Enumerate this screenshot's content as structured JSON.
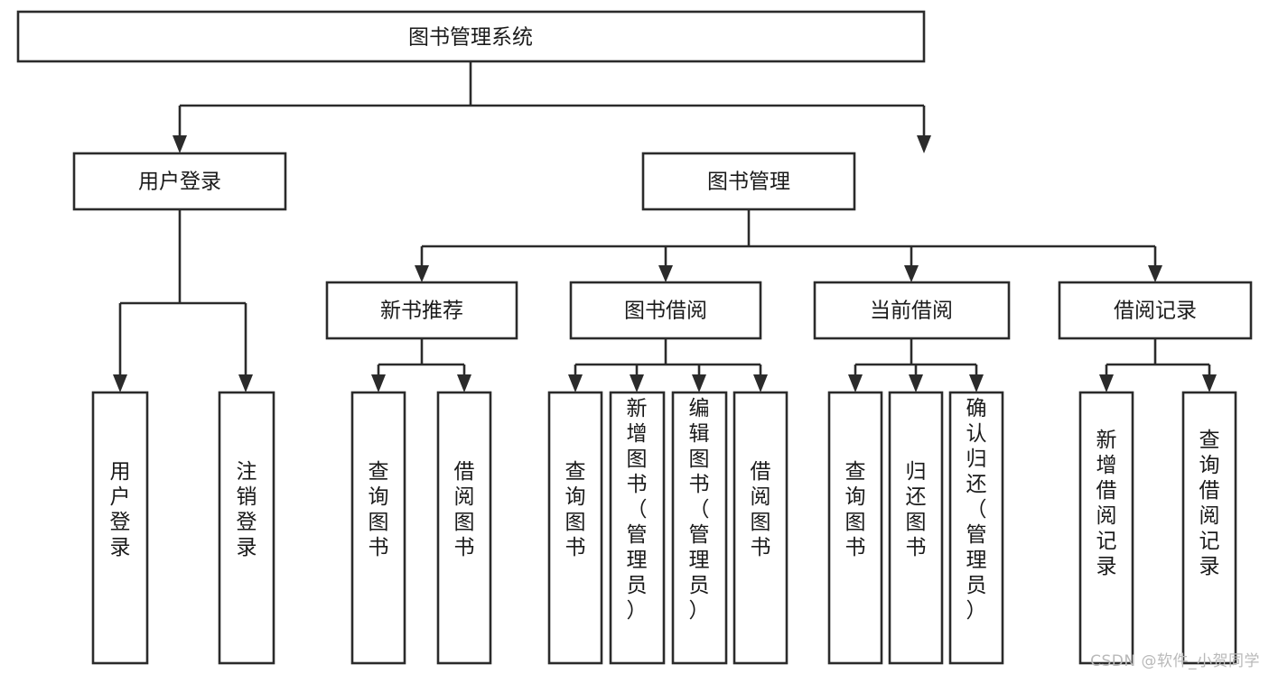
{
  "diagram": {
    "title": "图书管理系统",
    "type": "tree",
    "watermark": "CSDN @软件_小贺同学",
    "levels": {
      "root": {
        "label": "图书管理系统"
      },
      "level2": [
        {
          "label": "用户登录"
        },
        {
          "label": "图书管理"
        }
      ],
      "level3": [
        {
          "label": "新书推荐"
        },
        {
          "label": "图书借阅"
        },
        {
          "label": "当前借阅"
        },
        {
          "label": "借阅记录"
        }
      ],
      "leaves_user_login": [
        {
          "label": "用户登录"
        },
        {
          "label": "注销登录"
        }
      ],
      "leaves_new_book": [
        {
          "label": "查询图书"
        },
        {
          "label": "借阅图书"
        }
      ],
      "leaves_borrow": [
        {
          "label": "查询图书"
        },
        {
          "label": "新增图书（管理员）"
        },
        {
          "label": "编辑图书（管理员）"
        },
        {
          "label": "借阅图书"
        }
      ],
      "leaves_current": [
        {
          "label": "查询图书"
        },
        {
          "label": "归还图书"
        },
        {
          "label": "确认归还（管理员）"
        }
      ],
      "leaves_record": [
        {
          "label": "新增借阅记录"
        },
        {
          "label": "查询借阅记录"
        }
      ]
    },
    "colors": {
      "box_stroke": "#2b2b2b",
      "box_fill": "#ffffff",
      "text": "#1a1a1a",
      "watermark": "#b9b9b9"
    }
  }
}
